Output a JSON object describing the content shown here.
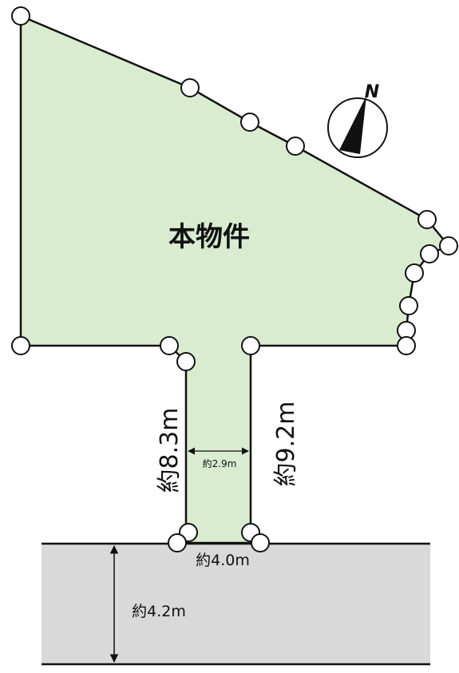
{
  "property_label": "本物件",
  "compass": {
    "north_label": "N"
  },
  "dimensions": {
    "left_side": "約8.3m",
    "right_side": "約9.2m",
    "lane_width": "約2.9m",
    "frontage": "約4.0m",
    "road_width": "約4.2m"
  },
  "colors": {
    "lot_fill": "#d9ecd0",
    "road_fill": "#d9d9d9",
    "outline": "#111111"
  }
}
